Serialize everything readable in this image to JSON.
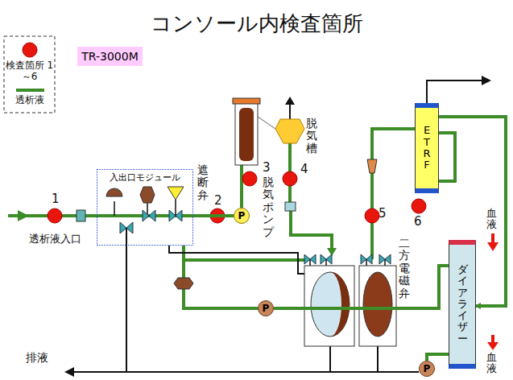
{
  "diagram": {
    "title": "コンソール内検査箇所",
    "nodes": [
      {
        "text": [
          "TR-3000M"
        ]
      },
      {
        "text": [
          "入出口モジュール"
        ]
      },
      {
        "text": [
          "P"
        ]
      },
      {
        "text": [
          "ETRF"
        ]
      },
      {
        "text": [
          "ダイアライザー"
        ]
      },
      {
        "text": [
          "P"
        ]
      },
      {
        "text": [
          "P"
        ]
      }
    ],
    "edges": [
      {
        "from": 1,
        "to": 2,
        "arrow": "none"
      },
      {
        "from": 3,
        "to": 4,
        "arrow": "to"
      },
      {
        "from": 5,
        "to": 4,
        "arrow": "none"
      },
      {
        "from": 4,
        "to": 6,
        "arrow": "none"
      }
    ],
    "labels": [
      "1",
      "2",
      "3",
      "4",
      "5",
      "6",
      "透析液入口",
      "遮断弁",
      "脱気ポンプ",
      "脱気槽",
      "二方電磁弁",
      "血液",
      "血液",
      "排液"
    ],
    "legend": [
      {
        "text": "検査箇所 1～6"
      },
      {
        "text": "透析液"
      }
    ]
  }
}
